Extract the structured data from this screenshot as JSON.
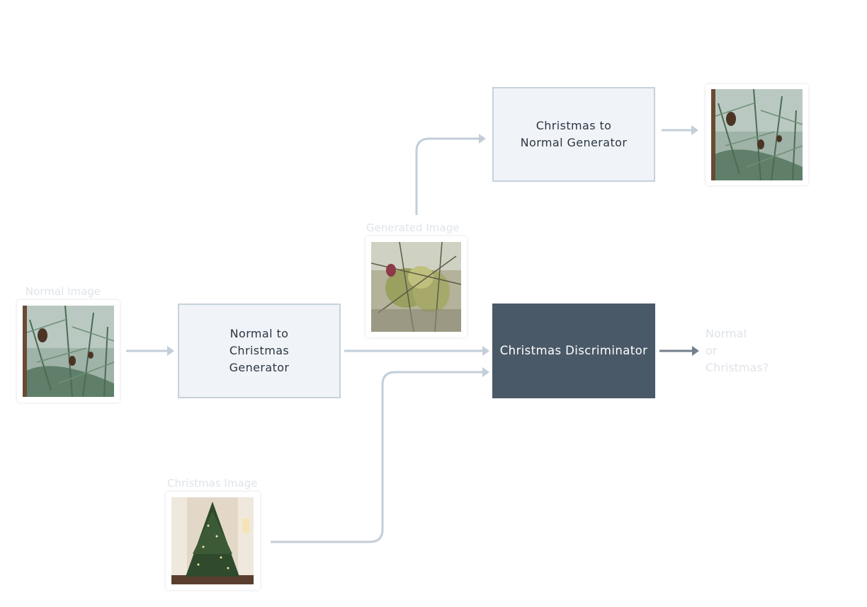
{
  "nodes": {
    "normal_to_christmas": "Normal to Christmas Generator",
    "christmas_to_normal": "Christmas to Normal Generator",
    "discriminator": "Christmas Discriminator"
  },
  "captions": {
    "normal_image": "Normal Image",
    "generated_image": "Generated Image",
    "christmas_image": "Christmas Image"
  },
  "output_label": {
    "line1": "Normal",
    "line2": "or",
    "line3": "Christmas?"
  },
  "images": {
    "normal_input": "pine branch with cones photo",
    "generated": "stylized pine branch photo",
    "reconstructed": "pine branch with cones photo",
    "christmas_input": "decorated christmas tree photo"
  },
  "colors": {
    "edge_light": "#c3ced8",
    "edge_dark": "#737f8b",
    "box_light_fill": "#f0f4f8",
    "box_light_border": "#c6d2dc",
    "box_dark_fill": "#4a5968"
  }
}
